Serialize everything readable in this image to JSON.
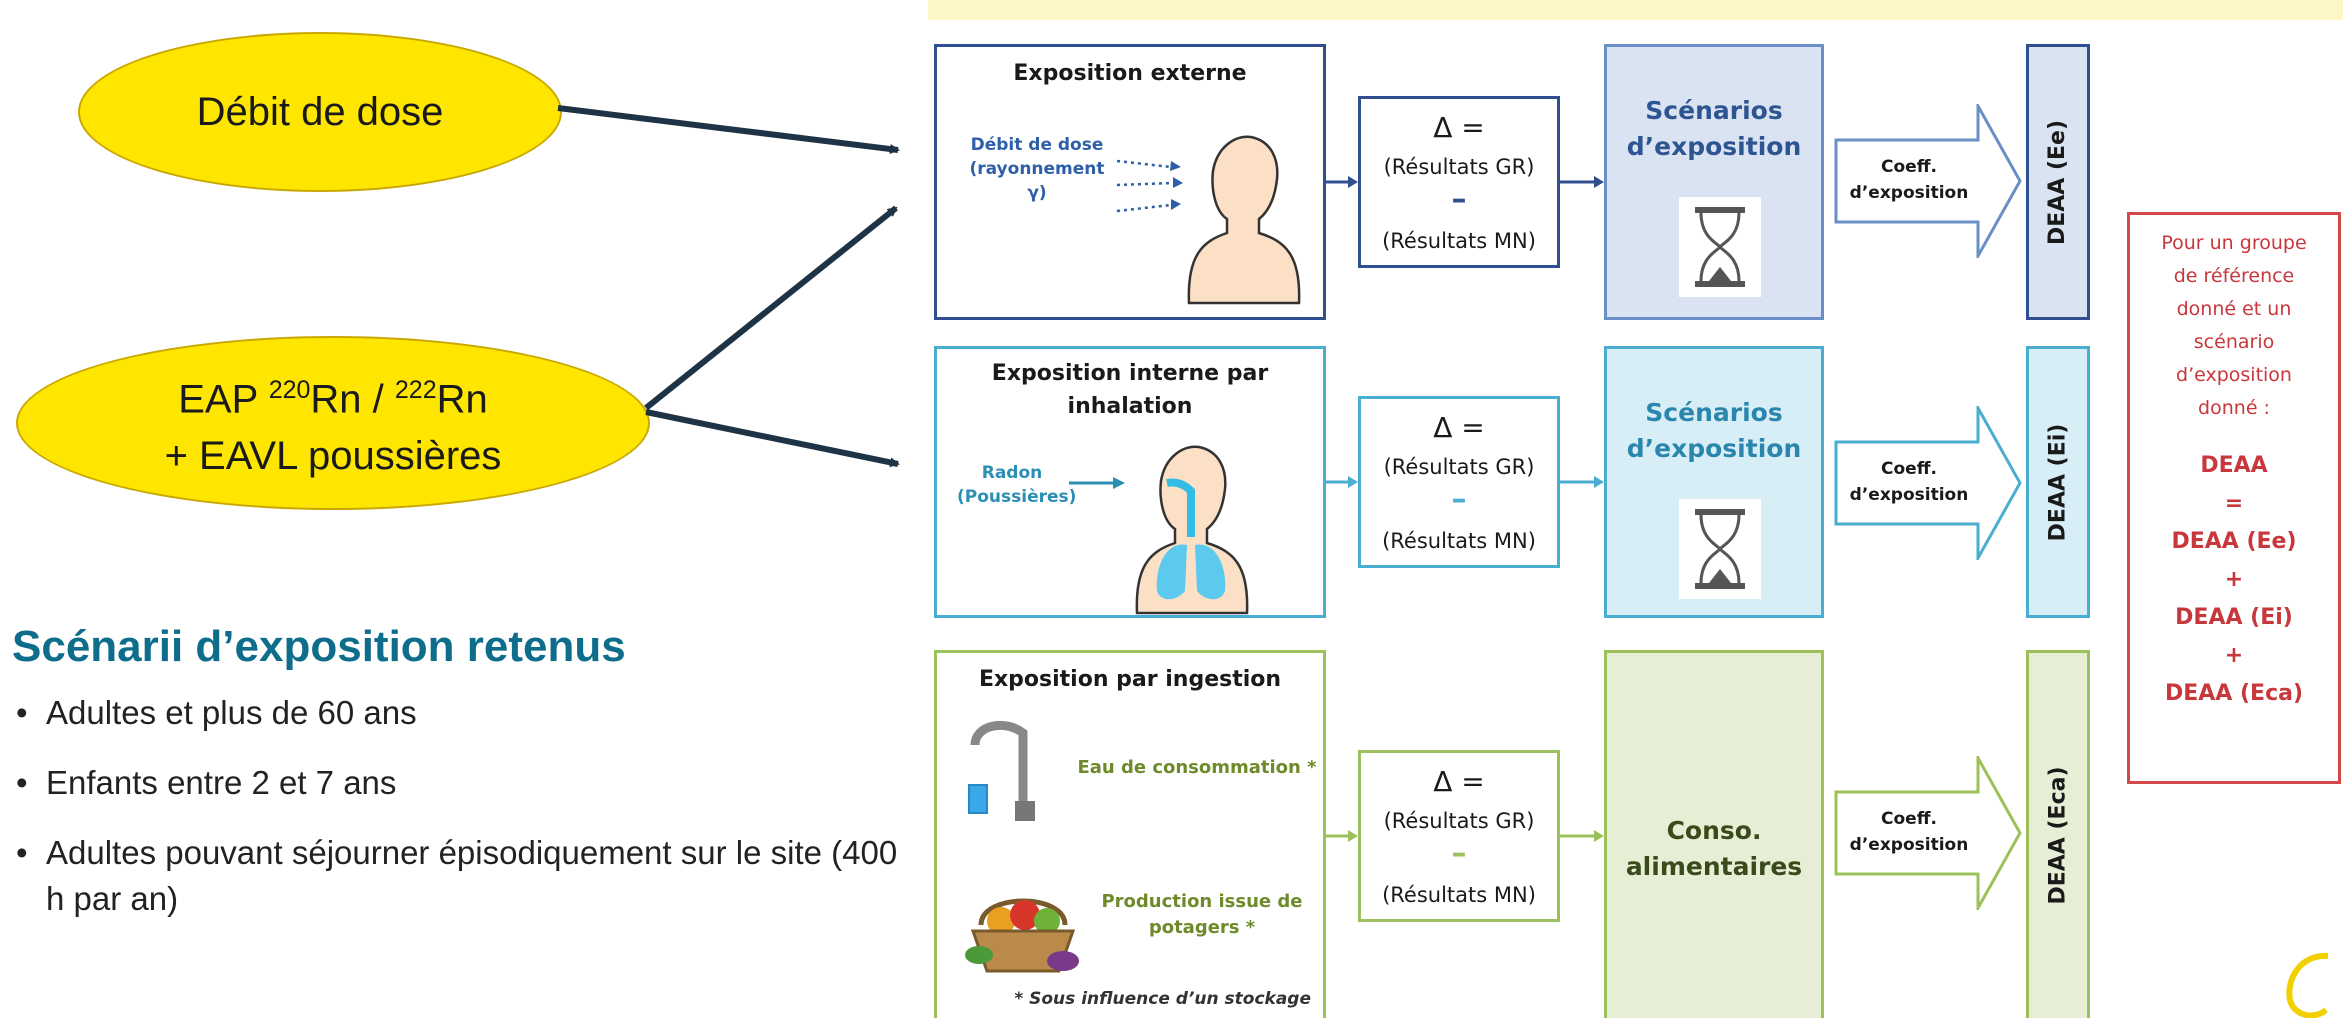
{
  "inputs": {
    "dose_rate": "Débit de dose",
    "eap_prefix": "EAP ",
    "rn220_mass": "220",
    "rn_symbol_1": "Rn / ",
    "rn222_mass": "222",
    "rn_symbol_2": "Rn",
    "eavl": "+ EAVL poussières"
  },
  "scenarios": {
    "title": "Scénarii d’exposition retenus",
    "items": [
      "Adultes et plus de 60 ans",
      "Enfants entre 2 et 7 ans",
      "Adultes pouvant séjourner épisodiquement sur le site (400 h par an)"
    ]
  },
  "pathways": {
    "external": {
      "title": "Exposition externe",
      "label_line1": "Débit de dose",
      "label_line2": "(rayonnement γ)",
      "delta_eq": "Δ  =",
      "gr": "(Résultats GR)",
      "minus": "–",
      "mn": "(Résultats MN)",
      "scen_line1": "Scénarios",
      "scen_line2": "d’exposition",
      "coeff_line1": "Coeff.",
      "coeff_line2": "d’exposition",
      "deaa": "DEAA (Ee)"
    },
    "internal": {
      "title_line1": "Exposition interne par",
      "title_line2": "inhalation",
      "label_line1": "Radon",
      "label_line2": "(Poussières)",
      "delta_eq": "Δ  =",
      "gr": "(Résultats GR)",
      "minus": "–",
      "mn": "(Résultats MN)",
      "scen_line1": "Scénarios",
      "scen_line2": "d’exposition",
      "coeff_line1": "Coeff.",
      "coeff_line2": "d’exposition",
      "deaa": "DEAA (Ei)"
    },
    "ingestion": {
      "title": "Exposition par ingestion",
      "water": "Eau de consommation *",
      "garden_line1": "Production issue de",
      "garden_line2": "potagers *",
      "note": "* Sous influence d’un stockage",
      "delta_eq": "Δ  =",
      "gr": "(Résultats GR)",
      "minus": "–",
      "mn": "(Résultats MN)",
      "conso_line1": "Conso.",
      "conso_line2": "alimentaires",
      "coeff_line1": "Coeff.",
      "coeff_line2": "d’exposition",
      "deaa": "DEAA (Eca)"
    }
  },
  "summary": {
    "lines": [
      "Pour un groupe",
      "de référence",
      "donné et un",
      "scénario",
      "d’exposition",
      "donné :"
    ],
    "formula": [
      "DEAA",
      "=",
      "DEAA (Ee)",
      "+",
      "DEAA (Ei)",
      "+",
      "DEAA (Eca)"
    ]
  },
  "colors": {
    "external": "#2f4f8f",
    "internal": "#4aaed0",
    "ingestion": "#9cc15a",
    "ellipse": "#ffe600",
    "title": "#0f6d8c",
    "summary": "#c8373b"
  }
}
